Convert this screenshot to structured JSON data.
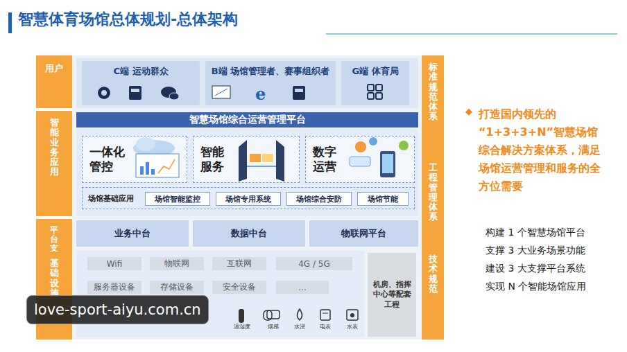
{
  "diagram": {
    "title": "智慧体育场馆总体规划-总体架构",
    "nodes": [
      {
        "text": [
          "用户"
        ]
      },
      {
        "text": [
          "C端 运动群众"
        ]
      },
      {
        "text": [
          "B端 场馆管理者、赛事组织者"
        ]
      },
      {
        "text": [
          "G端 体育局"
        ]
      },
      {
        "text": [
          "智慧场馆综合运营管理平台"
        ]
      },
      {
        "text": [
          "智能业务应用"
        ]
      },
      {
        "text": [
          "一体化管控"
        ]
      },
      {
        "text": [
          "智能服务"
        ]
      },
      {
        "text": [
          "数字运营"
        ]
      },
      {
        "text": [
          "场馆基础应用"
        ]
      },
      {
        "text": [
          "场馆智能监控"
        ],
        "in": 9
      },
      {
        "text": [
          "场馆专用系统"
        ],
        "in": 9
      },
      {
        "text": [
          "场馆综合安防"
        ],
        "in": 9
      },
      {
        "text": [
          "场馆节能"
        ],
        "in": 9
      },
      {
        "text": [
          "平台支撑"
        ]
      },
      {
        "text": [
          "业务中台"
        ]
      },
      {
        "text": [
          "数据中台"
        ]
      },
      {
        "text": [
          "物联网平台"
        ]
      },
      {
        "text": [
          "基础设施"
        ]
      },
      {
        "text": [
          "Wifi"
        ]
      },
      {
        "text": [
          "物联网"
        ]
      },
      {
        "text": [
          "互联网"
        ]
      },
      {
        "text": [
          "4G / 5G"
        ]
      },
      {
        "text": [
          "服务器设备"
        ]
      },
      {
        "text": [
          "存储设备"
        ]
      },
      {
        "text": [
          "安全设备"
        ]
      },
      {
        "text": [
          "..."
        ]
      },
      {
        "text": [
          "机房、指挥中心等配套工程"
        ]
      },
      {
        "text": [
          "标准规范体系"
        ]
      },
      {
        "text": [
          "工程管理体系"
        ]
      },
      {
        "text": [
          "技术规范"
        ]
      }
    ],
    "labels": [
      "打造国内领先的“1+3+3+N”智慧场馆综合解决方案体系，满足场馆运营管理和服务的全方位需要",
      "构建 1 个智慧场馆平台",
      "支撑 3 大业务场景功能",
      "建设 3 大支撑平台系统",
      "实现 N 个智能场馆应用",
      "温湿度",
      "烟感",
      "水浸",
      "电表",
      "水表",
      "love-sport-aiyu.com.cn",
      "◆"
    ]
  }
}
